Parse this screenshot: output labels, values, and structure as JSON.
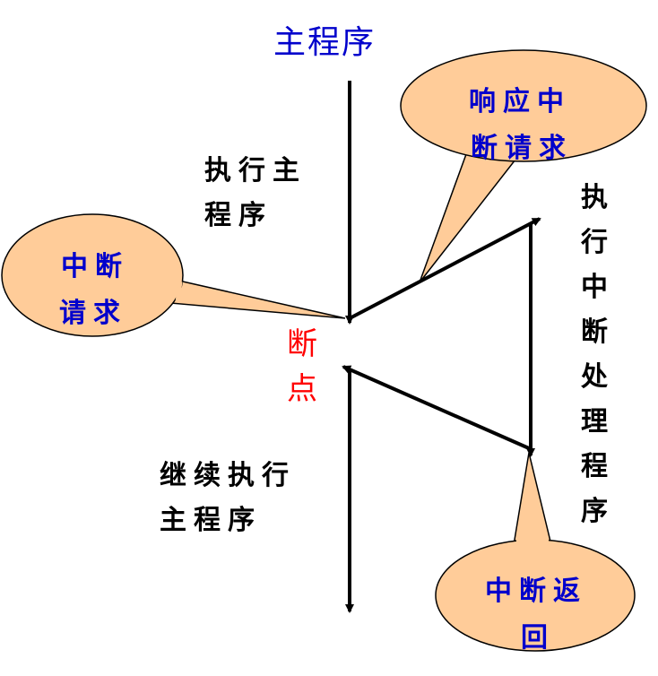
{
  "title": "主程序",
  "labels": {
    "exec_main_1": "执行主",
    "exec_main_2": "程序",
    "breakpoint_1": "断",
    "breakpoint_2": "点",
    "continue_1": "继续执行",
    "continue_2": "主程序",
    "exec_isr": [
      "执",
      "行",
      "中",
      "断",
      "处",
      "理",
      "程",
      "序"
    ]
  },
  "callouts": {
    "respond_1": "响应中",
    "respond_2": "断请求",
    "request_1": "中断",
    "request_2": "请求",
    "return_1": "中断返",
    "return_2": "回"
  },
  "colors": {
    "callout_fill": "#FFCC99",
    "title": "#0000CC",
    "breakpoint": "#FF0000"
  }
}
